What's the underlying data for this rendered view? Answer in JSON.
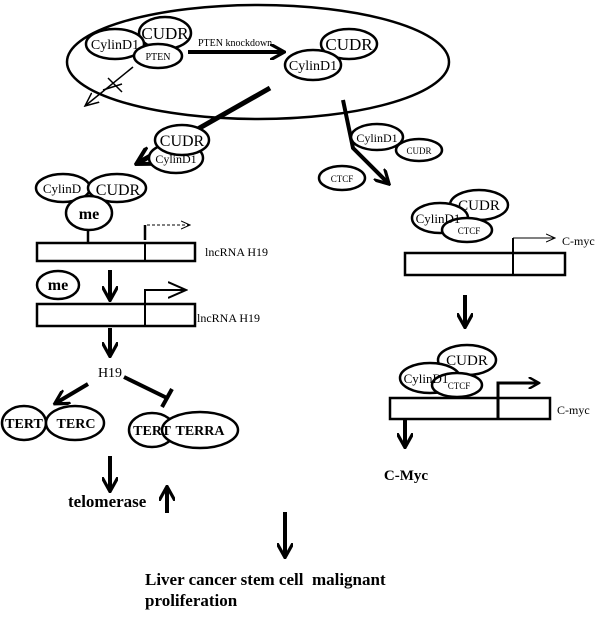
{
  "colors": {
    "ink": "#000000",
    "background": "#ffffff"
  },
  "top": {
    "cylind1": "CylinD1",
    "cudr": "CUDR",
    "pten": "PTEN",
    "arrow_label": "PTEN knockdown",
    "cudr_right": "CUDR",
    "cylind1_right": "CylinD1"
  },
  "branch_complex": {
    "cylind1": "CylinD1",
    "cudr": "CUDR",
    "ctcf": "CTCF"
  },
  "left_complex": {
    "cylind1": "CylinD1",
    "cudr": "CUDR"
  },
  "left": {
    "cylind1": "CylinD",
    "cudr": "CUDR",
    "me1": "me",
    "gene1": "lncRNA H19",
    "me2": "me",
    "gene2": "lncRNA H19",
    "h19": "H19",
    "tert1": "TERT",
    "terc": "TERC",
    "tert2": "TERT",
    "terra": "TERRA",
    "telomerase": "telomerase"
  },
  "right": {
    "cudr1": "CUDR",
    "cylind1_1": "CylinD1",
    "ctcf1": "CTCF",
    "gene1": "C-myc",
    "cudr2": "CUDR",
    "cylind1_2": "CylinD1",
    "ctcf2": "CTCF",
    "gene2": "C-myc",
    "product": "C-Myc"
  },
  "outcome": {
    "line1": "Liver cancer stem cell  malignant",
    "line2": "proliferation"
  }
}
